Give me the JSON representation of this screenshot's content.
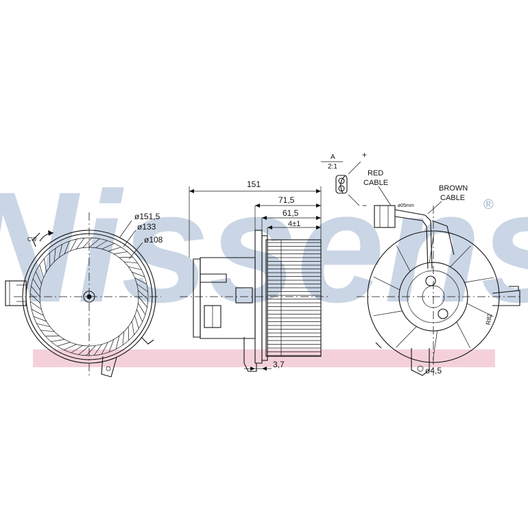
{
  "watermark": {
    "brand": "Nissens",
    "registered_mark": "®"
  },
  "colors": {
    "watermark": "#b9c9dd",
    "band": "#f2c9d2",
    "line": "#111111"
  },
  "front_view": {
    "rotation": "CW",
    "diameters": [
      "ø151,5",
      "ø133",
      "ø108"
    ]
  },
  "side_view": {
    "dims": [
      "151",
      "71,5",
      "61,5",
      "4±1",
      "3,7"
    ]
  },
  "rear_view": {
    "detail_label": "A",
    "detail_scale": "2:1",
    "plus": "+",
    "minus": "−",
    "red_cable": [
      "RED",
      "CABLE"
    ],
    "brown_cable": [
      "BROWN",
      "CABLE"
    ],
    "cable_dim": "ø05mm",
    "hole_dim": "ø4,5",
    "radius_label": "R82"
  }
}
